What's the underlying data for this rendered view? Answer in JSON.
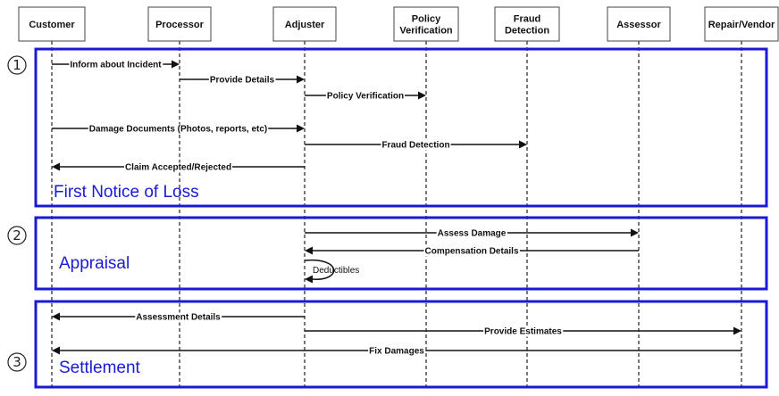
{
  "actors": [
    {
      "id": "customer",
      "label": "Customer"
    },
    {
      "id": "processor",
      "label": "Processor"
    },
    {
      "id": "adjuster",
      "label": "Adjuster"
    },
    {
      "id": "policy",
      "label": "Policy\nVerification"
    },
    {
      "id": "fraud",
      "label": "Fraud\nDetection"
    },
    {
      "id": "assessor",
      "label": "Assessor"
    },
    {
      "id": "repair",
      "label": "Repair/Vendor"
    }
  ],
  "phases": [
    {
      "number": "1",
      "title": "First Notice of Loss"
    },
    {
      "number": "2",
      "title": "Appraisal"
    },
    {
      "number": "3",
      "title": "Settlement"
    }
  ],
  "messages": [
    {
      "from": "customer",
      "to": "processor",
      "label": "Inform about Incident"
    },
    {
      "from": "processor",
      "to": "adjuster",
      "label": "Provide Details"
    },
    {
      "from": "adjuster",
      "to": "policy",
      "label": "Policy Verification"
    },
    {
      "from": "customer",
      "to": "adjuster",
      "label": "Damage Documents (Photos, reports, etc)"
    },
    {
      "from": "adjuster",
      "to": "fraud",
      "label": "Fraud Detection"
    },
    {
      "from": "adjuster",
      "to": "customer",
      "label": "Claim Accepted/Rejected"
    },
    {
      "from": "adjuster",
      "to": "assessor",
      "label": "Assess Damage"
    },
    {
      "from": "assessor",
      "to": "adjuster",
      "label": "Compensation Details"
    },
    {
      "from": "adjuster",
      "to": "adjuster",
      "label": "Deductibles",
      "self": true
    },
    {
      "from": "adjuster",
      "to": "customer",
      "label": "Assessment Details"
    },
    {
      "from": "adjuster",
      "to": "repair",
      "label": "Provide Estimates"
    },
    {
      "from": "repair",
      "to": "customer",
      "label": "Fix Damages"
    }
  ],
  "colors": {
    "phase": "#1a1ad6",
    "line": "#111111"
  }
}
